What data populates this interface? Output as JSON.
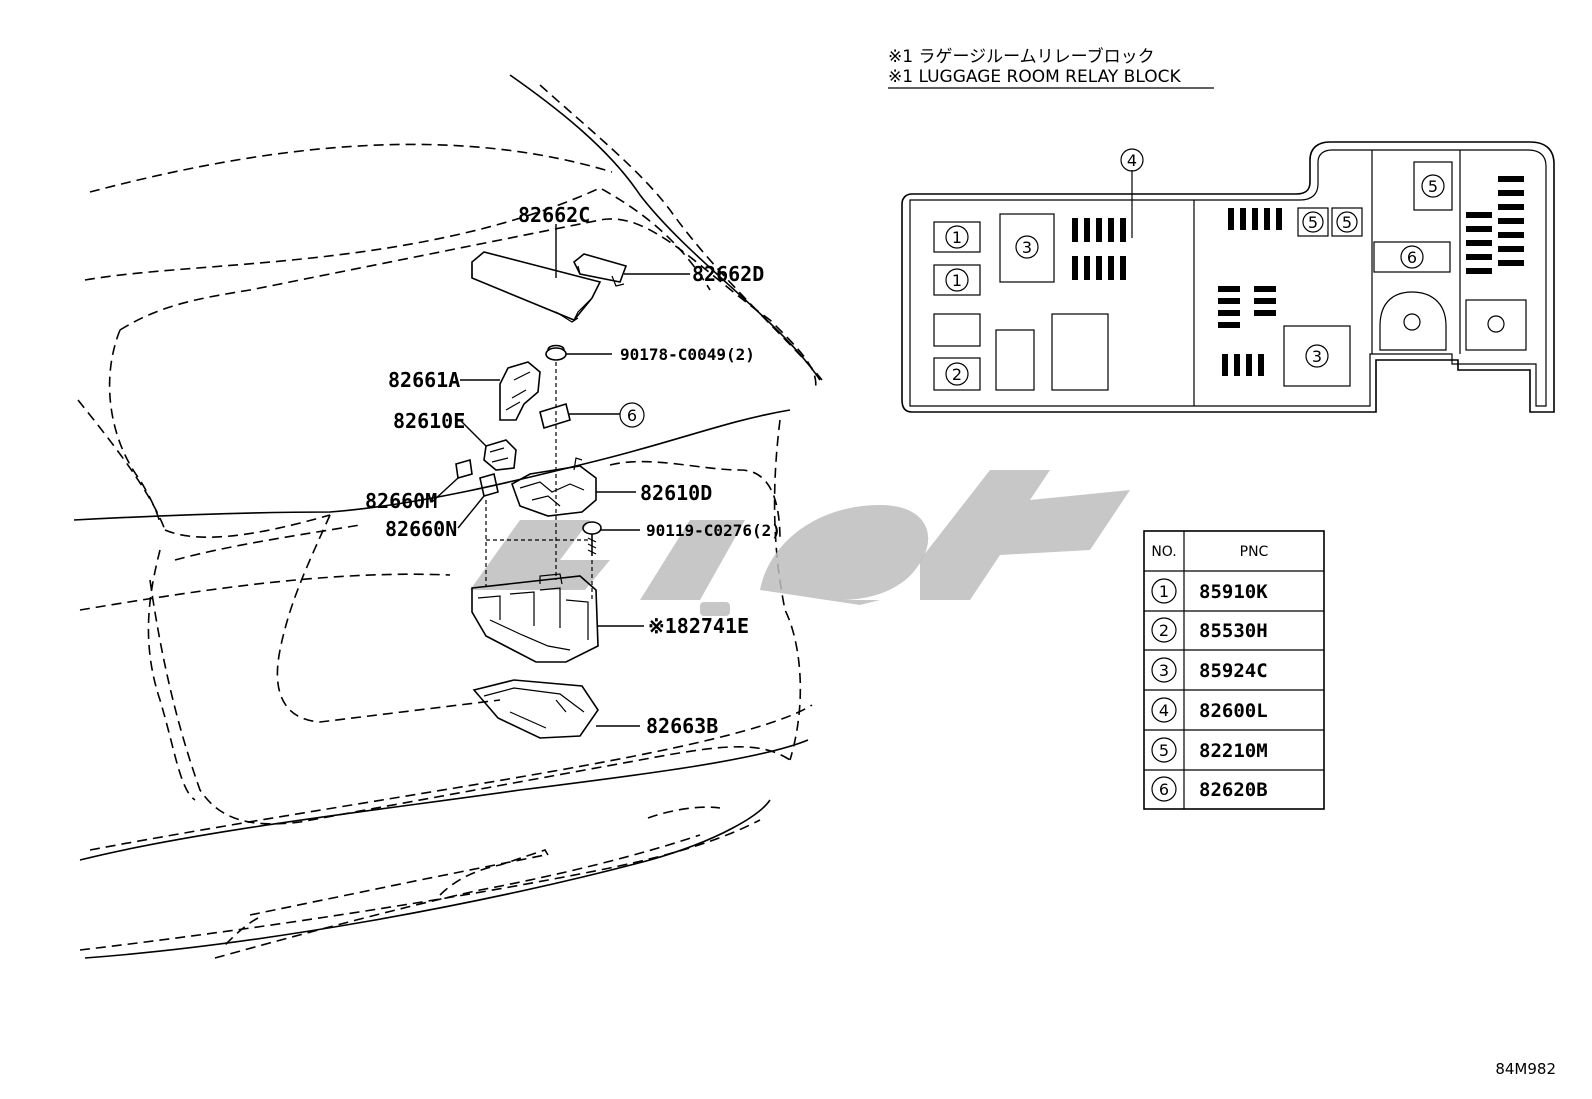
{
  "header": {
    "line_jp": "※1 ラゲージルームリレーブロック",
    "line_en": "※1 LUGGAGE ROOM RELAY BLOCK"
  },
  "parts": {
    "p82662C": "82662C",
    "p82662D": "82662D",
    "p90178": "90178-C0049(2)",
    "p82661A": "82661A",
    "p82610E": "82610E",
    "p_ref6": "6",
    "p82660M": "82660M",
    "p82610D": "82610D",
    "p82660N": "82660N",
    "p90119": "90119-C0276(2)",
    "p82741E": "※182741E",
    "p82663B": "82663B"
  },
  "relay_block": {
    "ref4": "4",
    "slot1a": "1",
    "slot1b": "1",
    "slot2": "2",
    "slot3a": "3",
    "slot3b": "3",
    "slot5a": "5",
    "slot5b": "5",
    "slot5c": "5",
    "slot6": "6"
  },
  "table": {
    "header_no": "NO.",
    "header_pnc": "PNC",
    "rows": [
      {
        "no": "1",
        "pnc": "85910K"
      },
      {
        "no": "2",
        "pnc": "85530H"
      },
      {
        "no": "3",
        "pnc": "85924C"
      },
      {
        "no": "4",
        "pnc": "82600L"
      },
      {
        "no": "5",
        "pnc": "82210M"
      },
      {
        "no": "6",
        "pnc": "82620B"
      }
    ]
  },
  "diagram_id": "84M982"
}
